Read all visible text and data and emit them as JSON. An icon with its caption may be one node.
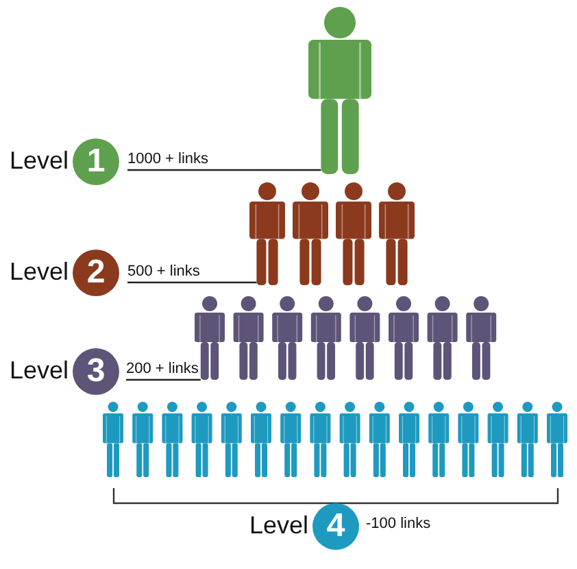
{
  "diagram": {
    "nodes": [
      {
        "text": [],
        "shape": "person"
      },
      {
        "text": [
          "1"
        ],
        "beside": [
          "Level"
        ]
      },
      {
        "text": [
          "1000 + links"
        ]
      },
      {
        "text": [],
        "shape": "person"
      },
      {
        "text": [
          "2"
        ],
        "beside": [
          "Level"
        ]
      },
      {
        "text": [
          "500 + links"
        ]
      },
      {
        "text": [],
        "shape": "person"
      },
      {
        "text": [
          "3"
        ],
        "beside": [
          "Level"
        ]
      },
      {
        "text": [
          "200 + links"
        ]
      },
      {
        "text": [
          "4"
        ],
        "beside": [
          "Level",
          "-100 links"
        ]
      }
    ],
    "edges": [
      {
        "from": 2,
        "to": 0,
        "arrow": "none"
      },
      {
        "from": 5,
        "to": 3,
        "arrow": "none"
      },
      {
        "from": 8,
        "to": 6,
        "arrow": "none"
      }
    ]
  }
}
